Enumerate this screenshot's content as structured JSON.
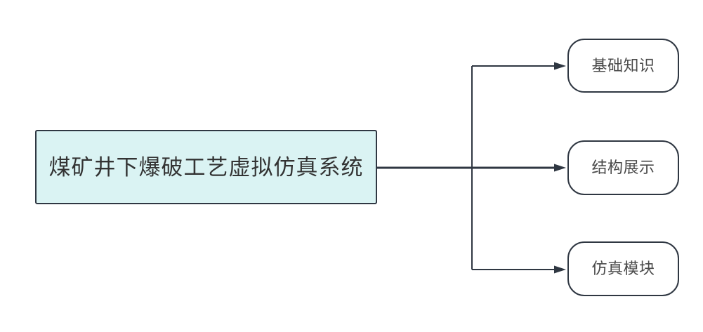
{
  "diagram": {
    "root": {
      "label": "煤矿井下爆破工艺虚拟仿真系统"
    },
    "children": [
      {
        "id": "basic-knowledge",
        "label": "基础知识"
      },
      {
        "id": "structure-display",
        "label": "结构展示"
      },
      {
        "id": "simulation-module",
        "label": "仿真模块"
      }
    ],
    "colors": {
      "background": "#ffffff",
      "root_fill": "#daf3f3",
      "child_fill": "#ffffff",
      "stroke": "#2f3742",
      "root_text": "#333333",
      "child_text": "#4a4a4a"
    }
  }
}
